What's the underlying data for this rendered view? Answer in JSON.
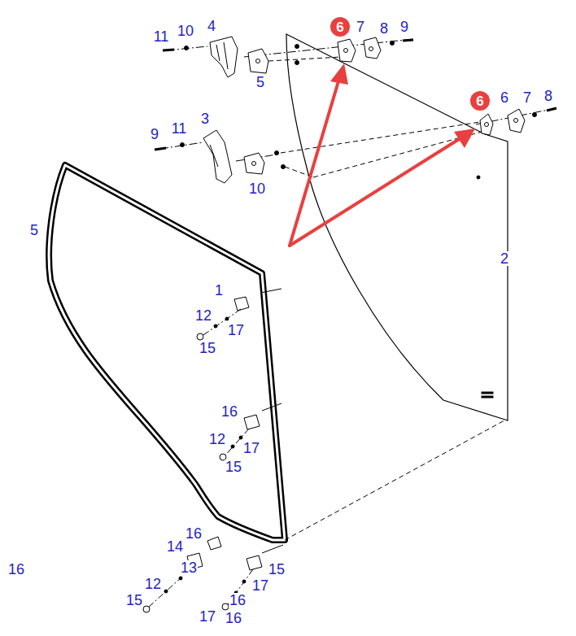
{
  "diagram": {
    "nodes": [
      {
        "text": [
          "6"
        ]
      },
      {
        "text": [
          "6"
        ]
      }
    ],
    "labels": [
      "11",
      "10",
      "4",
      "7",
      "8",
      "9",
      "5",
      "3",
      "6",
      "7",
      "8",
      "9",
      "11",
      "10",
      "5",
      "2",
      "1",
      "12",
      "17",
      "15",
      "16",
      "12",
      "17",
      "15",
      "16",
      "14",
      "13",
      "15",
      "12",
      "17",
      "15",
      "16",
      "16",
      "17",
      "16"
    ]
  }
}
